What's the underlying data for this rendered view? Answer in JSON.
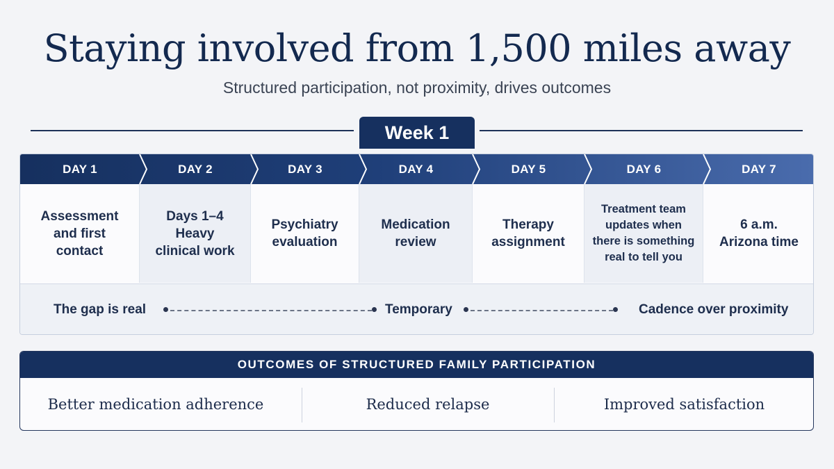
{
  "header": {
    "title": "Staying involved from 1,500 miles away",
    "subtitle": "Structured participation, not proximity, drives outcomes"
  },
  "week": {
    "label": "Week 1"
  },
  "days": [
    {
      "label": "DAY 1",
      "text": "Assessment\nand first\ncontact"
    },
    {
      "label": "DAY 2",
      "text": "Days 1–4\nHeavy\nclinical work"
    },
    {
      "label": "DAY 3",
      "text": "Psychiatry\nevaluation"
    },
    {
      "label": "DAY 4",
      "text": "Medication\nreview"
    },
    {
      "label": "DAY 5",
      "text": "Therapy\nassignment"
    },
    {
      "label": "DAY 6",
      "text": "Treatment team\nupdates when\nthere is something\nreal to tell you"
    },
    {
      "label": "DAY 7",
      "text": "6 a.m.\nArizona time"
    }
  ],
  "phases": [
    "The gap is real",
    "Temporary",
    "Cadence over proximity"
  ],
  "outcomes": {
    "header": "OUTCOMES OF STRUCTURED FAMILY PARTICIPATION",
    "items": [
      "Better medication adherence",
      "Reduced relapse",
      "Improved satisfaction"
    ]
  },
  "colors": {
    "navy": "#16305f",
    "header_gradient_start": "#16305f",
    "header_gradient_end": "#4a6cad"
  }
}
